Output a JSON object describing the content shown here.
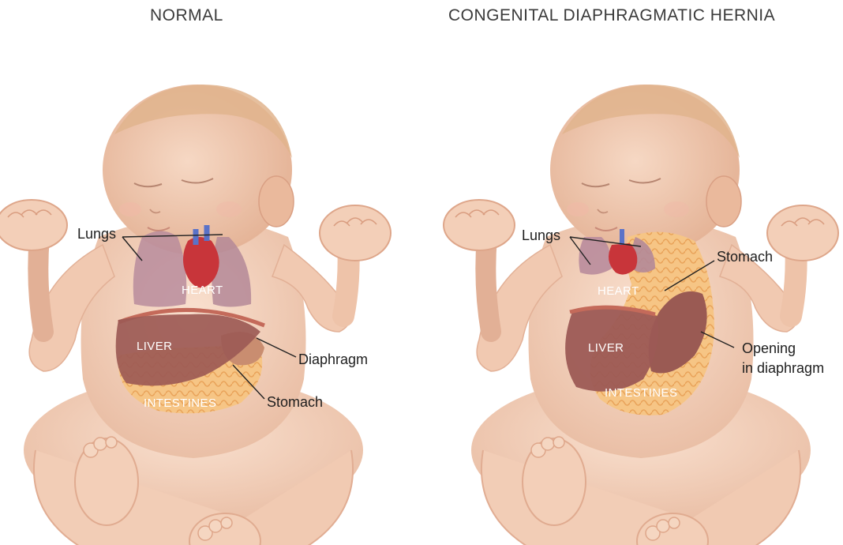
{
  "panels": {
    "normal": {
      "title": "NORMAL",
      "labels": {
        "lungs": "Lungs",
        "heart": "HEART",
        "liver": "LIVER",
        "intestines": "INTESTINES",
        "diaphragm": "Diaphragm",
        "stomach": "Stomach"
      }
    },
    "hernia": {
      "title": "CONGENITAL DIAPHRAGMATIC HERNIA",
      "labels": {
        "lungs": "Lungs",
        "heart": "HEART",
        "liver": "LIVER",
        "intestines": "INTESTINES",
        "stomach": "Stomach",
        "opening_line1": "Opening",
        "opening_line2": "in diaphragm"
      }
    }
  },
  "colors": {
    "skin": "#f4d2bd",
    "skin_shadow": "#e6b49c",
    "hair": "#dcae84",
    "lungs": "#b98c9c",
    "liver": "#9c5a55",
    "intestines": "#f6c07c",
    "heart": "#c8353a",
    "vessel_blue": "#5a72c8",
    "diaphragm": "#c46a5a",
    "callout_line": "#222222"
  }
}
